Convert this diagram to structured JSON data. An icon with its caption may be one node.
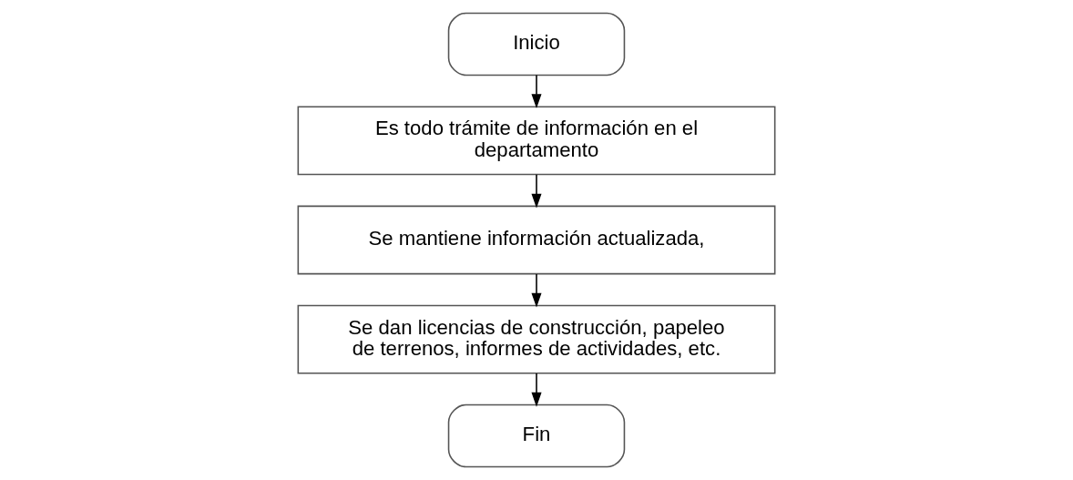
{
  "diagram": {
    "nodes": [
      {
        "text": [
          "Inicio"
        ]
      },
      {
        "text": [
          "Es todo trámite de información en el departamento"
        ]
      },
      {
        "text": [
          "Se mantiene información actualizada,"
        ]
      },
      {
        "text": [
          "Se dan licencias de construcción, papeleo de terrenos, informes de actividades, etc."
        ]
      },
      {
        "text": [
          "Fin"
        ]
      }
    ],
    "edges": [
      {
        "from": 0,
        "to": 1,
        "arrow": "to"
      },
      {
        "from": 1,
        "to": 2,
        "arrow": "to"
      },
      {
        "from": 2,
        "to": 3,
        "arrow": "to"
      },
      {
        "from": 3,
        "to": 4,
        "arrow": "to"
      }
    ]
  }
}
